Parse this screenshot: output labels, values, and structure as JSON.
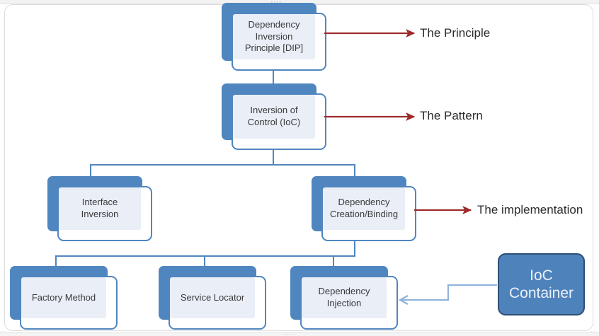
{
  "diagram": {
    "title": "Dependency Inversion Principle hierarchy",
    "colors": {
      "node_back": "#5086BF",
      "node_front_border": "#5086BF",
      "node_inner_fill": "#E9EEF7",
      "node_text": "#3A3A3A",
      "solid_node_fill": "#4E82BB",
      "solid_node_border": "#2E4F74",
      "solid_node_text": "#EAF1FA",
      "connector": "#5086BF",
      "annotation_arrow": "#9E2B2B",
      "annotation_text": "#2B2B2B",
      "ioc_arrow": "#8FB4DA",
      "panel_bg": "#FFFFFF",
      "panel_border": "#DCDCDC"
    },
    "nodes": [
      {
        "id": "dip",
        "label": "Dependency\nInversion\nPrinciple [DIP]"
      },
      {
        "id": "ioc",
        "label": "Inversion of\nControl (IoC)"
      },
      {
        "id": "iface",
        "label": "Interface\nInversion"
      },
      {
        "id": "depcb",
        "label": "Dependency\nCreation/Binding"
      },
      {
        "id": "factory",
        "label": "Factory Method"
      },
      {
        "id": "locator",
        "label": "Service Locator"
      },
      {
        "id": "di",
        "label": "Dependency\nInjection"
      }
    ],
    "container_node": {
      "id": "ioc-container",
      "label": "IoC\nContainer"
    },
    "annotations": [
      {
        "id": "principle",
        "label": "The Principle"
      },
      {
        "id": "pattern",
        "label": "The Pattern"
      },
      {
        "id": "implementation",
        "label": "The implementation"
      }
    ],
    "handles": {
      "top": "ıııı",
      "bottom": "....",
      "corner": ".."
    }
  }
}
